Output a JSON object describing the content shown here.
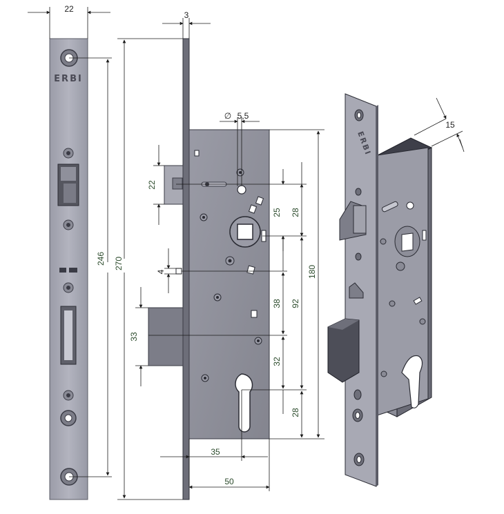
{
  "brand": "ERBI",
  "dimensions": {
    "faceplate_width": "22",
    "faceplate_thickness": "3",
    "diameter": "5,5",
    "latch_height": "22",
    "dim_25": "25",
    "dim_28_top": "28",
    "dim_180": "180",
    "dim_4": "4",
    "dim_38": "38",
    "dim_92": "92",
    "bolt_height": "33",
    "dim_32": "32",
    "dim_28_bottom": "28",
    "hole_spacing": "246",
    "faceplate_length": "270",
    "backset": "35",
    "case_depth": "50",
    "iso_thickness": "15"
  },
  "colors": {
    "plate": "#a4a5b0",
    "case": "#8e8f9a",
    "dark": "#3a3b45",
    "dim_line": "#1a1a1a"
  }
}
